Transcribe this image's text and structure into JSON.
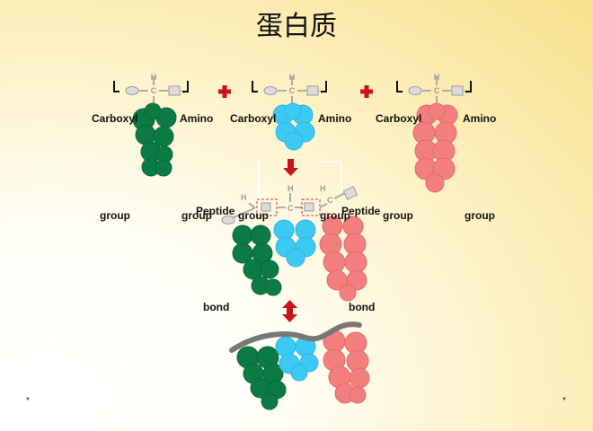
{
  "title": "蛋白质",
  "atom_labels": {
    "hydrogen": "H",
    "carbon": "C"
  },
  "operators": {
    "plus": "+"
  },
  "labels": {
    "aa1_carboxyl": "Carboxyl",
    "aa1_amino": "Amino",
    "aa2_carboxyl": "Carboxyl",
    "aa2_amino": "Amino",
    "aa3_carboxyl": "Carboxyl",
    "aa3_amino": "Amino",
    "group_1": "group",
    "group_2": "group",
    "group_3": "group",
    "group_4": "group",
    "group_5": "group",
    "group_6": "group",
    "peptide_left": "Peptide",
    "peptide_right": "Peptide",
    "bond_left": "bond",
    "bond_right": "bond"
  },
  "footer_marks": {
    "left": "*",
    "right": "*"
  },
  "colors": {
    "residue_green": "#0b7a45",
    "residue_blue": "#3ccaf5",
    "residue_red": "#f27e7e",
    "arrow_red": "#c8141c",
    "backbone_grey": "#b4b4b4",
    "chain_grey": "#777777"
  },
  "icons": [
    "plus-icon",
    "arrow-down-icon",
    "double-arrow-icon"
  ]
}
